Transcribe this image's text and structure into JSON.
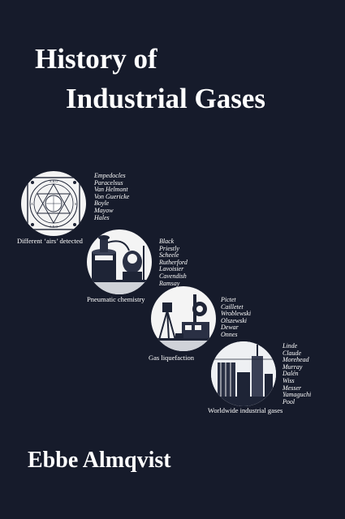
{
  "book": {
    "title_line1": "History of",
    "title_line2": "Industrial Gases",
    "author": "Ebbe Almqvist"
  },
  "stages": [
    {
      "caption": "Different ‘airs’ detected",
      "icon": "alchemy-seal-icon",
      "seal_text": "ROGATIO SOLARIS",
      "names": [
        "Empedocles",
        "Paracelsus",
        "Van Helmont",
        "Von Guericke",
        "Boyle",
        "Mayow",
        "Hales"
      ]
    },
    {
      "caption": "Pneumatic chemistry",
      "icon": "pneumatic-apparatus-icon",
      "names": [
        "Black",
        "Priestly",
        "Scheele",
        "Rutherford",
        "Lavoisier",
        "Cavendish",
        "Ramsay"
      ]
    },
    {
      "caption": "Gas liquefaction",
      "icon": "liquefaction-apparatus-icon",
      "names": [
        "Pictet",
        "Cailletet",
        "Wroblewski",
        "Olszewski",
        "Dewar",
        "Onnes"
      ]
    },
    {
      "caption": "Worldwide industrial gases",
      "icon": "industrial-plant-icon",
      "names": [
        "Linde",
        "Claude",
        "Morehead",
        "Murray",
        "Dalén",
        "Wiss",
        "Messer",
        "Yamaguchi",
        "Pool"
      ]
    }
  ],
  "colors": {
    "background": "#161b2b",
    "text": "#ffffff",
    "circle": "#f4f4f4",
    "ink": "#1e2436"
  }
}
